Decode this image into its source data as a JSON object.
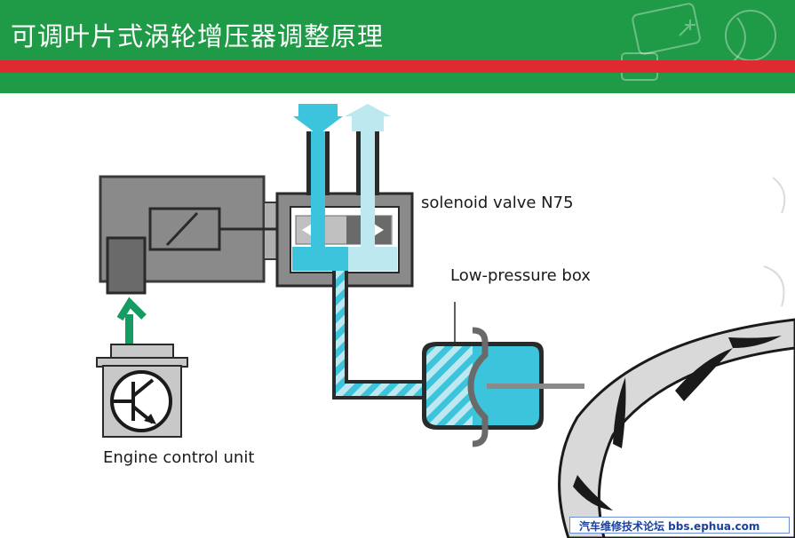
{
  "header": {
    "title": "可调叶片式涡轮增压器调整原理"
  },
  "labels": {
    "solenoid_valve": "solenoid valve N75",
    "low_pressure_box": "Low-pressure box",
    "engine_control_unit": "Engine control unit"
  },
  "watermark": {
    "text": "汽车维修技术论坛 bbs.ephua.com"
  },
  "colors": {
    "header_green": "#1f9a46",
    "header_red": "#e02a32",
    "air_blue": "#3cc4dc",
    "air_light_blue": "#bde8f0",
    "housing_gray": "#8c8c8c",
    "ecu_arrow_green": "#169b62"
  }
}
